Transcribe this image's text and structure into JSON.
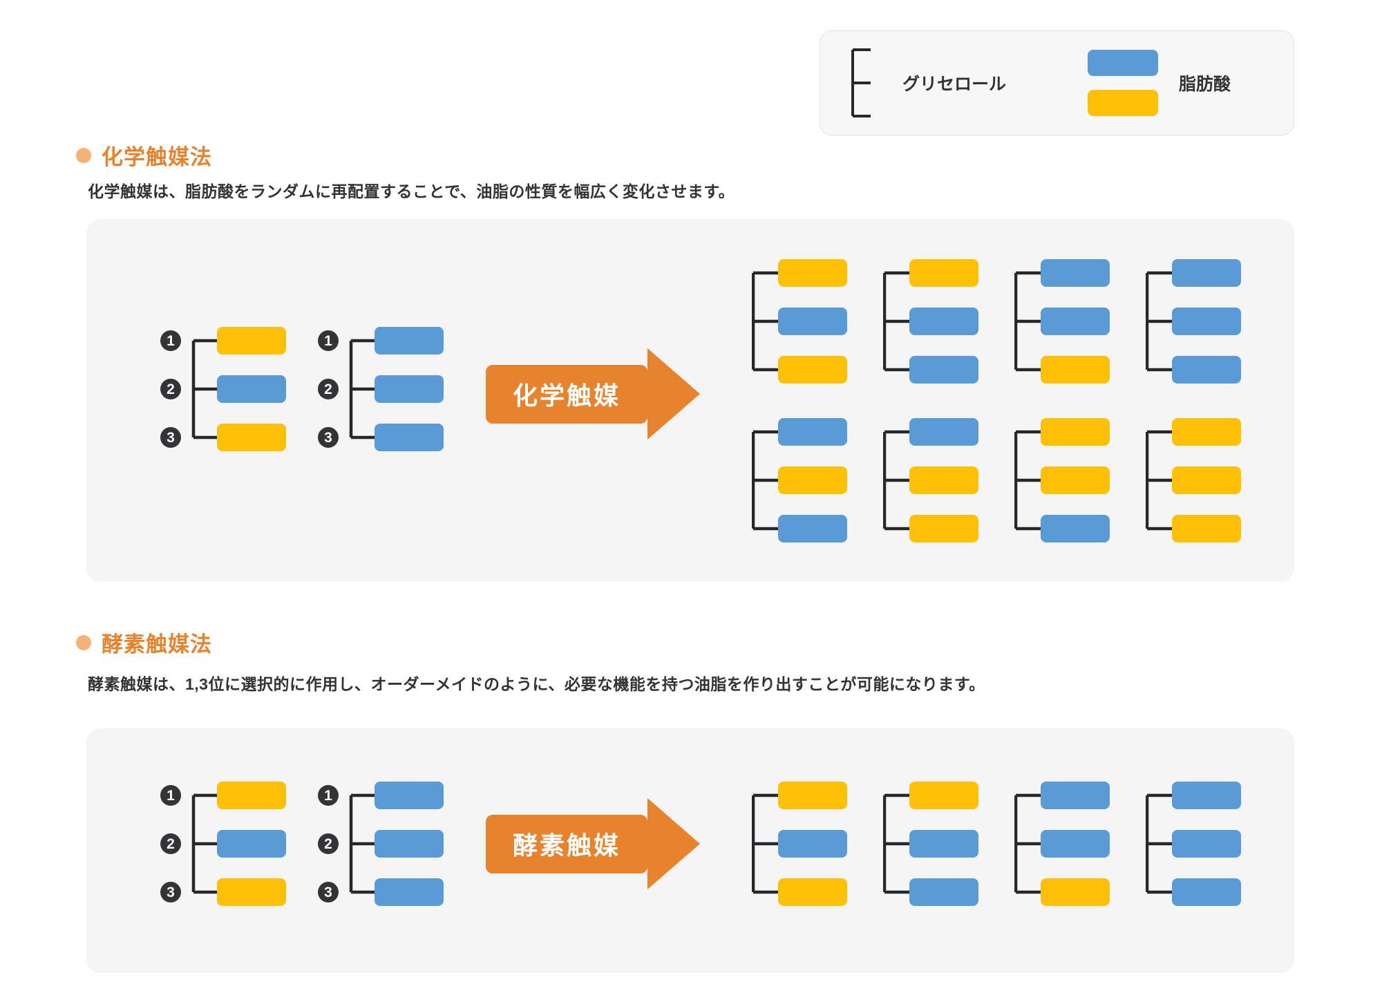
{
  "palette": {
    "blue": "#5B9BD5",
    "yellow": "#FFC107",
    "orange": "#E8832D",
    "orange_light": "#F3B374",
    "panel_bg": "#F5F5F6",
    "line": "#27282A",
    "badge": "#333436",
    "text": "#333333"
  },
  "legend": {
    "glycerol_label": "グリセロール",
    "fatty_acid_label": "脂肪酸",
    "fatty_acid_swatches": [
      "blue",
      "yellow"
    ]
  },
  "position_numbers": [
    "1",
    "2",
    "3"
  ],
  "sections": [
    {
      "id": "chemical",
      "heading": "化学触媒法",
      "description": "化学触媒は、脂肪酸をランダムに再配置することで、油脂の性質を幅広く変化させます。",
      "arrow_label": "化学触媒",
      "reactants": [
        {
          "numbered": true,
          "positions": [
            "yellow",
            "blue",
            "yellow"
          ]
        },
        {
          "numbered": true,
          "positions": [
            "blue",
            "blue",
            "blue"
          ]
        }
      ],
      "product_rows": [
        [
          [
            "yellow",
            "blue",
            "yellow"
          ],
          [
            "yellow",
            "blue",
            "blue"
          ],
          [
            "blue",
            "blue",
            "yellow"
          ],
          [
            "blue",
            "blue",
            "blue"
          ]
        ],
        [
          [
            "blue",
            "yellow",
            "blue"
          ],
          [
            "blue",
            "yellow",
            "yellow"
          ],
          [
            "yellow",
            "yellow",
            "blue"
          ],
          [
            "yellow",
            "yellow",
            "yellow"
          ]
        ]
      ]
    },
    {
      "id": "enzyme",
      "heading": "酵素触媒法",
      "description": "酵素触媒は、1,3位に選択的に作用し、オーダーメイドのように、必要な機能を持つ油脂を作り出すことが可能になります。",
      "arrow_label": "酵素触媒",
      "reactants": [
        {
          "numbered": true,
          "positions": [
            "yellow",
            "blue",
            "yellow"
          ]
        },
        {
          "numbered": true,
          "positions": [
            "blue",
            "blue",
            "blue"
          ]
        }
      ],
      "product_rows": [
        [
          [
            "yellow",
            "blue",
            "yellow"
          ],
          [
            "yellow",
            "blue",
            "blue"
          ],
          [
            "blue",
            "blue",
            "yellow"
          ],
          [
            "blue",
            "blue",
            "blue"
          ]
        ]
      ]
    }
  ]
}
